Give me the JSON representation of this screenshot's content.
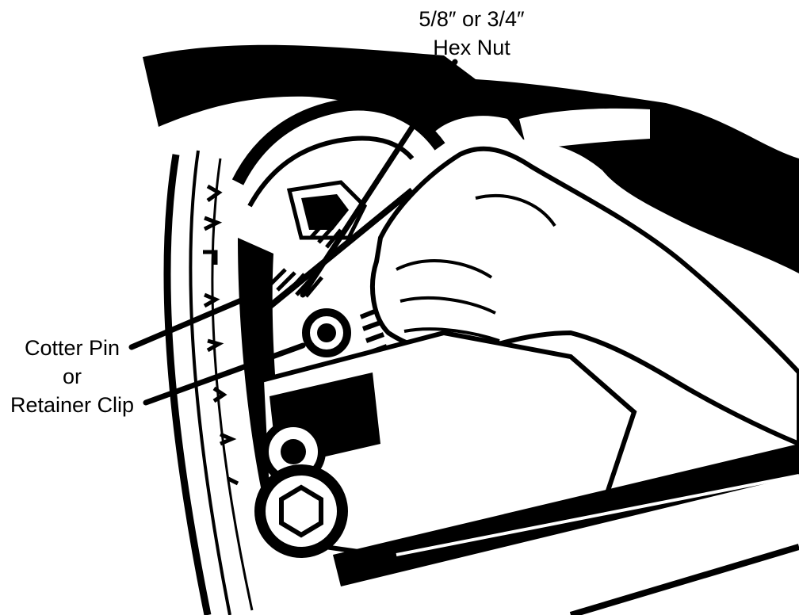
{
  "labels": {
    "hex_nut": [
      "5/8″ or 3/4″",
      "Hex Nut"
    ],
    "cotter_pin": [
      "Cotter Pin",
      "or",
      "Retainer Clip"
    ]
  },
  "colors": {
    "ink": "#000000",
    "paper": "#ffffff"
  }
}
